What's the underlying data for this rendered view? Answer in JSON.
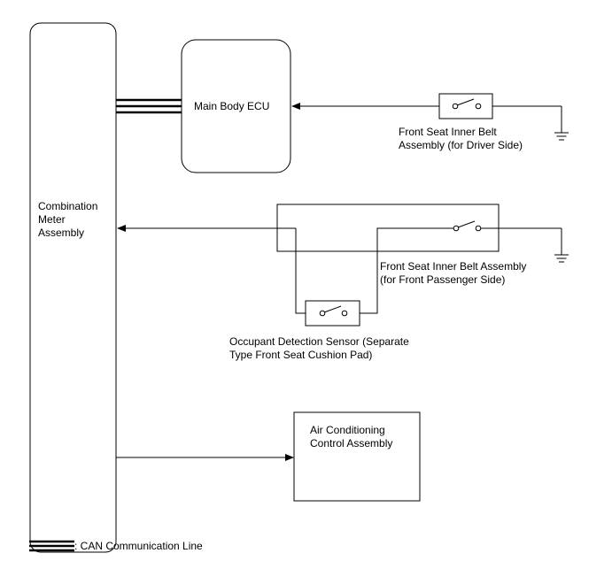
{
  "labels": {
    "combination_meter_line1": "Combination",
    "combination_meter_line2": "Meter",
    "combination_meter_line3": "Assembly",
    "main_body_ecu": "Main Body ECU",
    "driver_belt_line1": "Front Seat Inner Belt",
    "driver_belt_line2": "Assembly (for Driver Side)",
    "passenger_belt_line1": "Front Seat Inner Belt Assembly",
    "passenger_belt_line2": "(for Front Passenger Side)",
    "occupant_sensor_line1": "Occupant Detection Sensor (Separate",
    "occupant_sensor_line2": "Type Front Seat Cushion Pad)",
    "ac_control_line1": "Air Conditioning",
    "ac_control_line2": "Control Assembly"
  },
  "legend": {
    "can_line": ": CAN Communication Line"
  }
}
